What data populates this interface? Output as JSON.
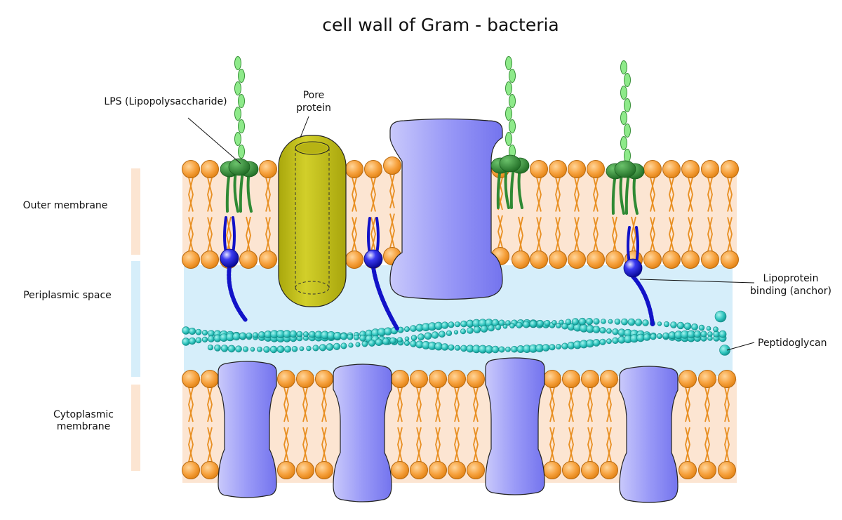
{
  "title": "cell wall of Gram - bacteria",
  "regions": {
    "outer": "Outer membrane",
    "periplasm": "Periplasmic space",
    "cyto_line1": "Cytoplasmic",
    "cyto_line2": "membrane"
  },
  "callouts": {
    "lps": "LPS (Lipopolysaccharide)",
    "pore_line1": "Pore",
    "pore_line2": "protein",
    "lipo_line1": "Lipoprotein",
    "lipo_line2": "binding (anchor)",
    "peptidoglycan": "Peptidoglycan"
  },
  "colors": {
    "lipid_head": "#f7a340",
    "lipid_membrane_fill": "#fce5d2",
    "periplasm": "#d6eefa",
    "protein": "#8a8af5",
    "pore": "#c5c21a",
    "lps_core": "#2f8a34",
    "lps_chain": "#8eea8a",
    "lipoprotein": "#1212c8",
    "peptidoglycan": "#2fc4be"
  }
}
